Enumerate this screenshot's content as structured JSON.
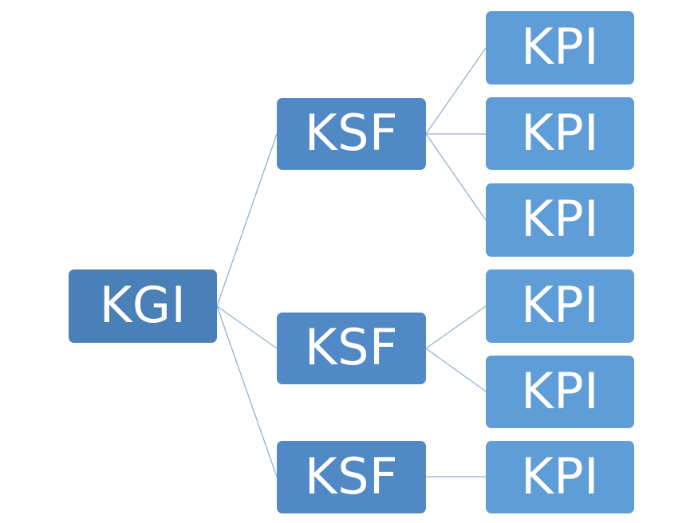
{
  "diagram": {
    "root": {
      "label": "KGI"
    },
    "middle": [
      {
        "label": "KSF"
      },
      {
        "label": "KSF"
      },
      {
        "label": "KSF"
      }
    ],
    "leaves": [
      {
        "label": "KPI"
      },
      {
        "label": "KPI"
      },
      {
        "label": "KPI"
      },
      {
        "label": "KPI"
      },
      {
        "label": "KPI"
      },
      {
        "label": "KPI"
      }
    ]
  },
  "colors": {
    "root_fill": "#4a80b8",
    "middle_fill": "#5089c5",
    "leaf_fill": "#5f9dd8",
    "connector": "#8fb1d6",
    "text": "#ffffff",
    "background": "#ffffff"
  }
}
